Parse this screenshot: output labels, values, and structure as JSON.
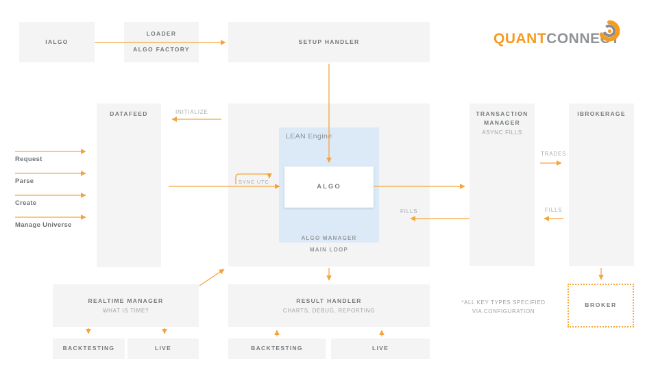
{
  "logo": {
    "part1": "QUANT",
    "part2": "CONNECT",
    "icon": "swirl-icon"
  },
  "colors": {
    "accent_orange": "#F5A43C",
    "logo_orange": "#F79B1E",
    "logo_gray": "#919497",
    "box_fill": "#F4F4F4",
    "lean_blue": "#DCEAF8",
    "title_text": "#75787B",
    "subtitle_text": "#9EA2A5"
  },
  "boxes": {
    "ialgo": {
      "label": "IALGO"
    },
    "loader": {
      "line1": "LOADER",
      "line2": "ALGO FACTORY"
    },
    "setup_handler": {
      "label": "SETUP HANDLER"
    },
    "datafeed": {
      "label": "DATAFEED"
    },
    "lean_engine": {
      "label": "LEAN Engine"
    },
    "algo": {
      "label": "ALGO"
    },
    "algo_manager": {
      "label": "ALGO MANAGER"
    },
    "main_loop": {
      "label": "MAIN LOOP"
    },
    "transaction_manager": {
      "title": "TRANSACTION MANAGER",
      "subtitle": "ASYNC FILLS"
    },
    "ibrokerage": {
      "label": "IBROKERAGE"
    },
    "realtime_manager": {
      "title": "REALTIME MANAGER",
      "subtitle": "WHAT IS TIME?"
    },
    "result_handler": {
      "title": "RESULT HANDLER",
      "subtitle": "CHARTS, DEBUG, REPORTING"
    },
    "backtesting_left": {
      "label": "BACKTESTING"
    },
    "live_left": {
      "label": "LIVE"
    },
    "backtesting_center": {
      "label": "BACKTESTING"
    },
    "live_center": {
      "label": "LIVE"
    },
    "broker": {
      "label": "BROKER"
    }
  },
  "edge_labels": {
    "initialize": "INITIALIZE",
    "sync_utc": "SYNC UTC",
    "request": "Request",
    "parse": "Parse",
    "create": "Create",
    "manage_universe": "Manage Universe",
    "trades": "TRADES",
    "fills_to_algo": "FILLS",
    "fills_broker": "FILLS"
  },
  "note": {
    "text": "*ALL KEY TYPES SPECIFIED VIA CONFIGURATION"
  }
}
